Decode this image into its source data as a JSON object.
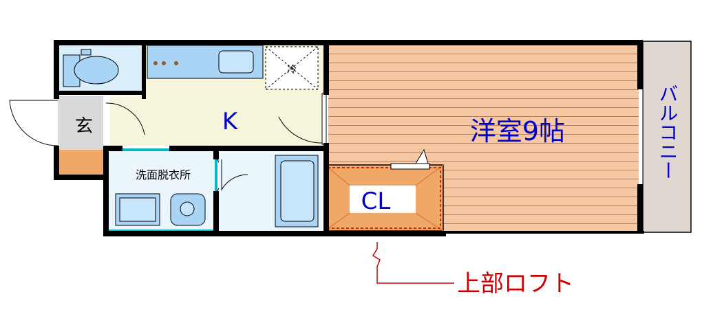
{
  "rooms": {
    "entrance": "玄",
    "kitchen": "K",
    "washroom": "洗面脱衣所",
    "western_room": "洋室9帖",
    "closet": "CL",
    "balcony": "バルコニー",
    "fridge": "冷"
  },
  "annotations": {
    "loft": "上部ロフト"
  },
  "colors": {
    "wall": "#000000",
    "toilet_floor": "#dbeffb",
    "kitchen_floor": "#f7f4dc",
    "washroom_floor": "#eaf6fc",
    "bath_floor": "#eaf6fc",
    "entrance_floor": "#d9d9d9",
    "genkan_step": "#f0a868",
    "room_floor": "#f5c7a2",
    "room_lines": "#b08060",
    "closet_fill": "#f0a868",
    "balcony": "#e0d8d0",
    "fixture": "#a9d4f5",
    "washroom_wall": "#00b8c8",
    "loft_annotation": "#cc0000",
    "label_blue": "#0000cc"
  }
}
